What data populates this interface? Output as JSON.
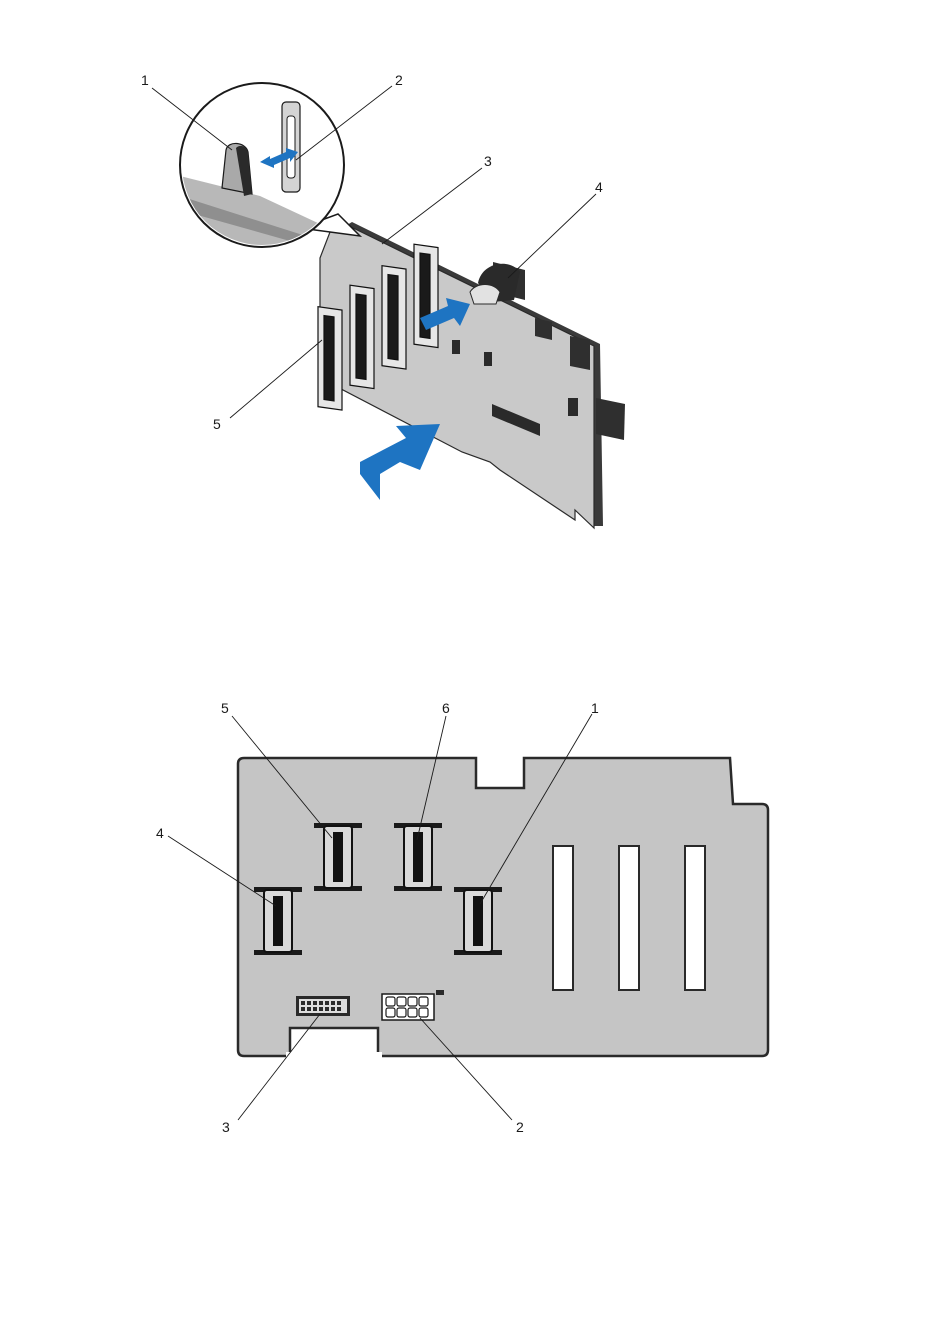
{
  "figure1": {
    "callouts": [
      "1",
      "2",
      "3",
      "4",
      "5"
    ]
  },
  "figure2": {
    "callouts": [
      "5",
      "6",
      "1",
      "4",
      "3",
      "2"
    ]
  },
  "colors": {
    "board": "#c5c5c5",
    "board_dark": "#8f8f8f",
    "board_side": "#3a3a3a",
    "outline": "#2a2a2a",
    "arrow": "#1e74c2",
    "connector": "#111111",
    "slot_fill": "#ffffff"
  }
}
